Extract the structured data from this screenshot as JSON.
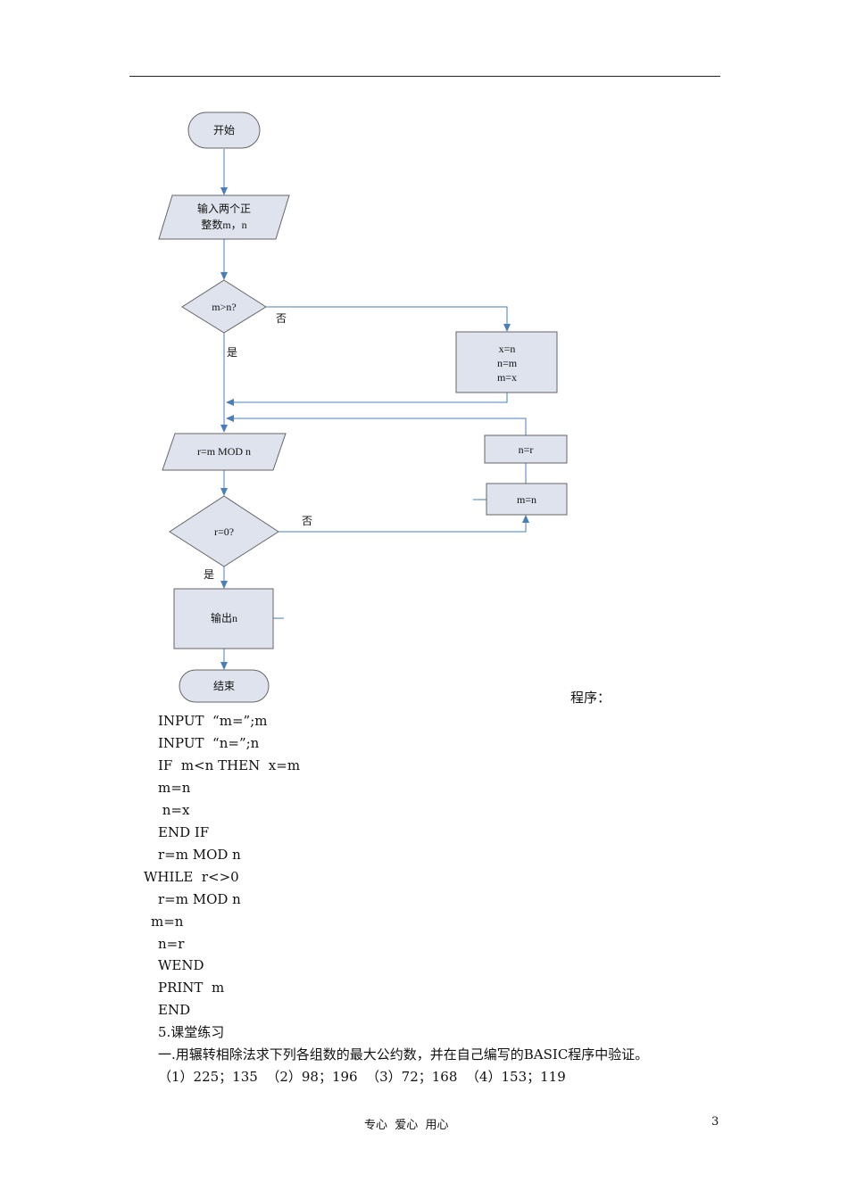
{
  "flowchart": {
    "start": "开始",
    "input_line1": "输入两个正",
    "input_line2": "整数m，n",
    "decision1": "m>n?",
    "decision1_no": "否",
    "decision1_yes": "是",
    "swap": [
      "x=n",
      "n=m",
      "m=x"
    ],
    "compute": "r=m MOD n",
    "update_n": "n=r",
    "update_m": "m=n",
    "decision2": "r=0?",
    "decision2_no": "否",
    "decision2_yes": "是",
    "output": "输出n",
    "end": "结束"
  },
  "program_label": "程序：",
  "code_lines": [
    "INPUT  “m=”;m",
    "INPUT  “n=”;n",
    "IF  m<n THEN  x=m",
    "m=n",
    " n=x",
    "END IF",
    "r=m MOD n",
    "WHILE  r<>0",
    "r=m MOD n",
    "m=n",
    "n=r",
    "WEND",
    "PRINT  m",
    "END"
  ],
  "section_title": "5.课堂练习",
  "exercise_text": "一.用辗转相除法求下列各组数的最大公约数，并在自己编写的BASIC程序中验证。",
  "exercise_items": "（1）225；135  （2）98；196  （3）72；168  （4）153；119",
  "footer_center": "专心  爱心  用心",
  "page_number": "3",
  "colors": {
    "flow_line": "#4a7ebb",
    "shape_fill": "#dfe3ee",
    "shape_stroke": "#666666"
  }
}
